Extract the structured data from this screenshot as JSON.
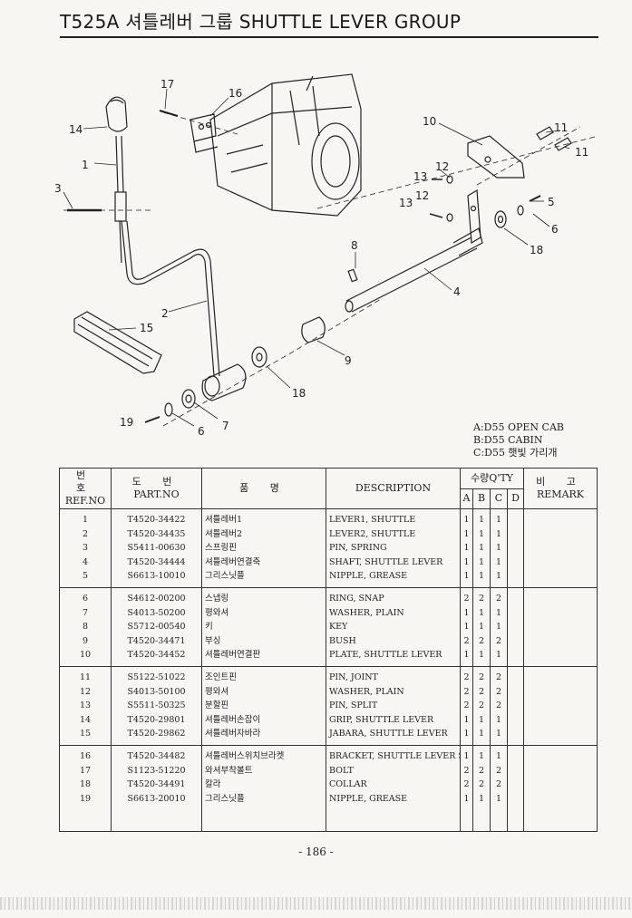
{
  "header": {
    "title": "T525A 셔틀레버 그룹 SHUTTLE LEVER GROUP"
  },
  "diagram": {
    "callouts": [
      "17",
      "16",
      "14",
      "1",
      "3",
      "10",
      "11",
      "11",
      "12",
      "13",
      "12",
      "13",
      "5",
      "6",
      "18",
      "8",
      "4",
      "2",
      "15",
      "9",
      "18",
      "19",
      "6",
      "7"
    ]
  },
  "legend": {
    "a": "A:D55 OPEN CAB",
    "b": "B:D55 CABIN",
    "c": "C:D55 햇빛 가리개"
  },
  "table": {
    "headers": {
      "refno_ko": "번 호",
      "refno": "REF.NO",
      "partno_ko": "도 번",
      "partno": "PART.NO",
      "name_ko": "품 명",
      "description": "DESCRIPTION",
      "qty": "수량Q'TY",
      "a": "A",
      "b": "B",
      "c": "C",
      "d": "D",
      "remark_ko": "비 고",
      "remark": "REMARK"
    },
    "groups": [
      [
        {
          "ref": "1",
          "part": "T4520-34422",
          "name": "셔틀레버1",
          "desc": "LEVER1, SHUTTLE",
          "a": "1",
          "b": "1",
          "c": "1"
        },
        {
          "ref": "2",
          "part": "T4520-34435",
          "name": "셔틀레버2",
          "desc": "LEVER2, SHUTTLE",
          "a": "1",
          "b": "1",
          "c": "1"
        },
        {
          "ref": "3",
          "part": "S5411-00630",
          "name": "스프링핀",
          "desc": "PIN, SPRING",
          "a": "1",
          "b": "1",
          "c": "1"
        },
        {
          "ref": "4",
          "part": "T4520-34444",
          "name": "셔틀레버연결축",
          "desc": "SHAFT, SHUTTLE LEVER",
          "a": "1",
          "b": "1",
          "c": "1"
        },
        {
          "ref": "5",
          "part": "S6613-10010",
          "name": "그리스닛플",
          "desc": "NIPPLE, GREASE",
          "a": "1",
          "b": "1",
          "c": "1"
        }
      ],
      [
        {
          "ref": "6",
          "part": "S4612-00200",
          "name": "스냅링",
          "desc": "RING, SNAP",
          "a": "2",
          "b": "2",
          "c": "2"
        },
        {
          "ref": "7",
          "part": "S4013-50200",
          "name": "평와셔",
          "desc": "WASHER, PLAIN",
          "a": "1",
          "b": "1",
          "c": "1"
        },
        {
          "ref": "8",
          "part": "S5712-00540",
          "name": "키",
          "desc": "KEY",
          "a": "1",
          "b": "1",
          "c": "1"
        },
        {
          "ref": "9",
          "part": "T4520-34471",
          "name": "부싱",
          "desc": "BUSH",
          "a": "2",
          "b": "2",
          "c": "2"
        },
        {
          "ref": "10",
          "part": "T4520-34452",
          "name": "셔틀레버연결판",
          "desc": "PLATE, SHUTTLE LEVER",
          "a": "1",
          "b": "1",
          "c": "1"
        }
      ],
      [
        {
          "ref": "11",
          "part": "S5122-51022",
          "name": "조인트핀",
          "desc": "PIN, JOINT",
          "a": "2",
          "b": "2",
          "c": "2"
        },
        {
          "ref": "12",
          "part": "S4013-50100",
          "name": "평와셔",
          "desc": "WASHER, PLAIN",
          "a": "2",
          "b": "2",
          "c": "2"
        },
        {
          "ref": "13",
          "part": "S5511-50325",
          "name": "분할핀",
          "desc": "PIN, SPLIT",
          "a": "2",
          "b": "2",
          "c": "2"
        },
        {
          "ref": "14",
          "part": "T4520-29801",
          "name": "셔틀레버손잡이",
          "desc": "GRIP, SHUTTLE LEVER",
          "a": "1",
          "b": "1",
          "c": "1"
        },
        {
          "ref": "15",
          "part": "T4520-29862",
          "name": "셔틀레버자바라",
          "desc": "JABARA, SHUTTLE LEVER",
          "a": "1",
          "b": "1",
          "c": "1"
        }
      ],
      [
        {
          "ref": "16",
          "part": "T4520-34482",
          "name": "셔틀레버스위치브라켓",
          "desc": "BRACKET, SHUTTLE LEVER SWITCH",
          "a": "1",
          "b": "1",
          "c": "1"
        },
        {
          "ref": "17",
          "part": "S1123-51220",
          "name": "와셔부착볼트",
          "desc": "BOLT",
          "a": "2",
          "b": "2",
          "c": "2"
        },
        {
          "ref": "18",
          "part": "T4520-34491",
          "name": "칼라",
          "desc": "COLLAR",
          "a": "2",
          "b": "2",
          "c": "2"
        },
        {
          "ref": "19",
          "part": "S6613-20010",
          "name": "그리스닛플",
          "desc": "NIPPLE, GREASE",
          "a": "1",
          "b": "1",
          "c": "1"
        }
      ]
    ]
  },
  "footer": {
    "page": "- 186 -"
  }
}
